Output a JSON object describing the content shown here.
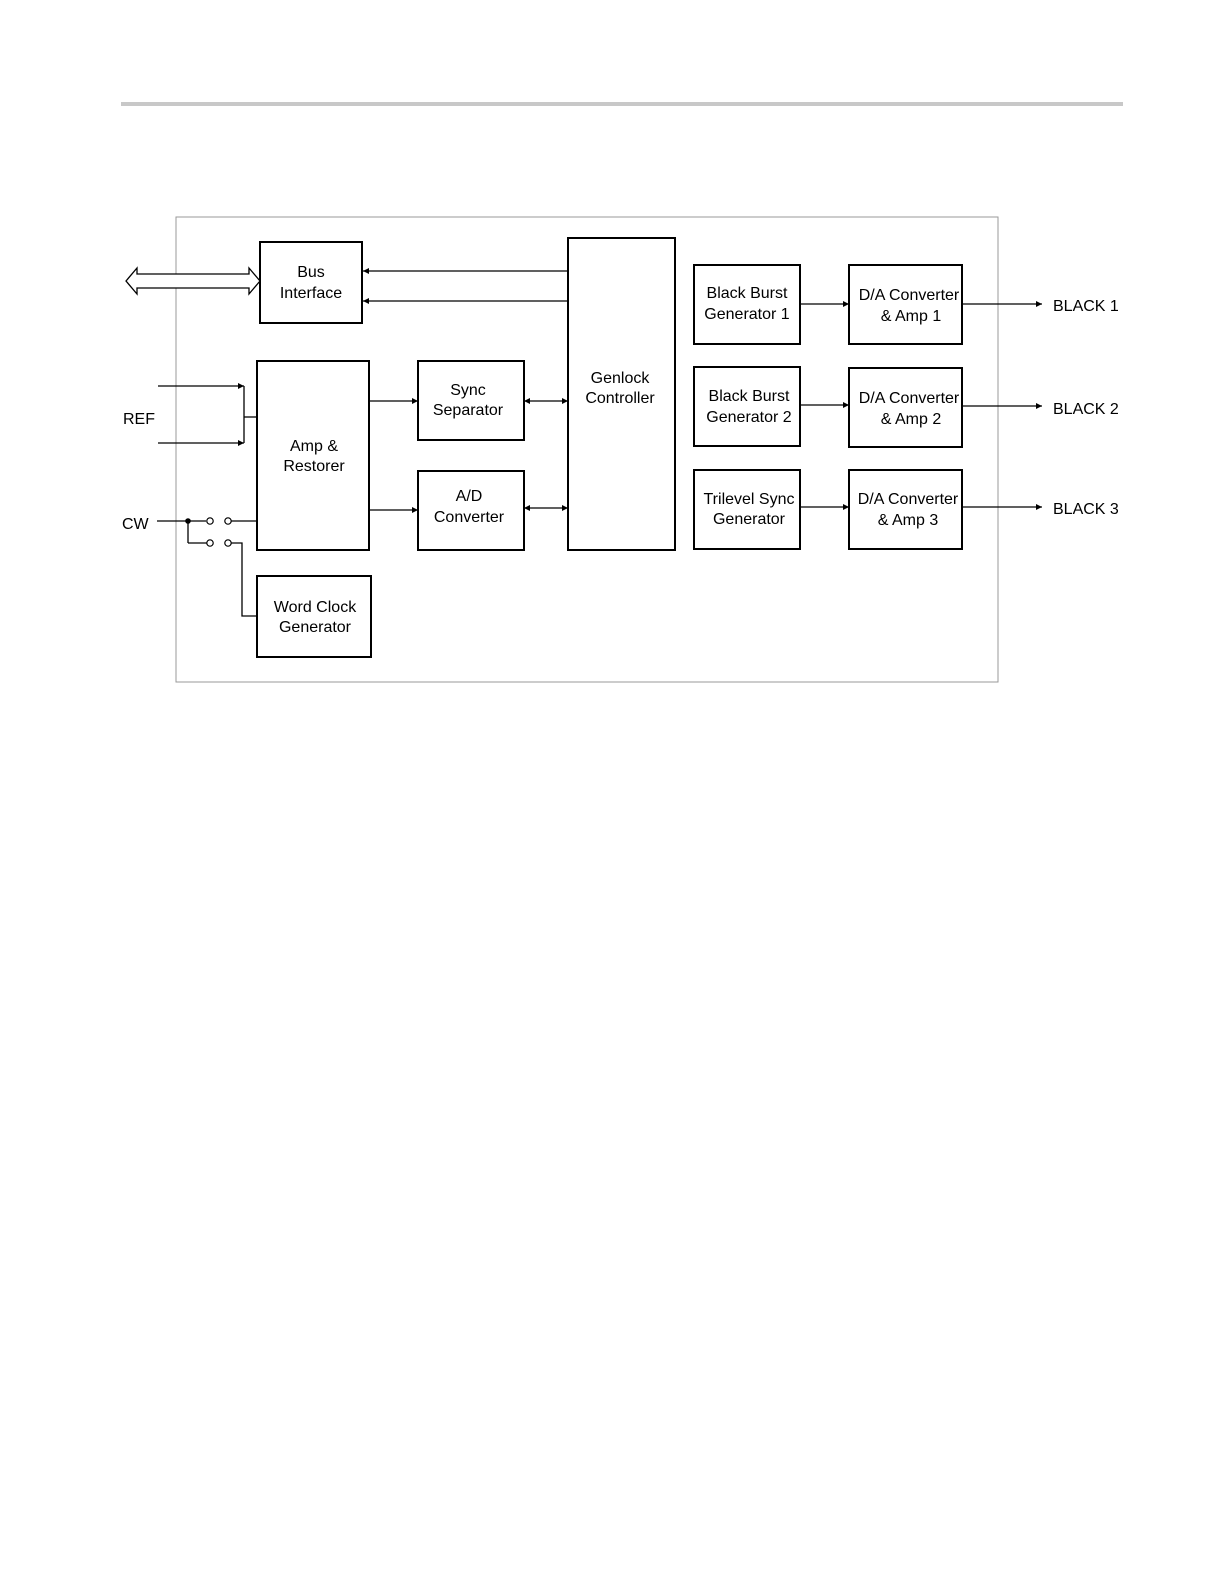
{
  "colors": {
    "header_rule": "#c8c8c8",
    "frame": "#999999",
    "ink": "#000000"
  },
  "blocks": {
    "bus_interface": [
      "Bus",
      "Interface"
    ],
    "amp_restorer": [
      "Amp &",
      "Restorer"
    ],
    "sync_separator": [
      "Sync",
      "Separator"
    ],
    "ad_converter": [
      "A/D",
      "Converter"
    ],
    "genlock_controller": [
      "Genlock",
      "Controller"
    ],
    "word_clock_generator": [
      "Word Clock",
      "Generator"
    ],
    "black_burst_gen_1": [
      "Black Burst",
      "Generator 1"
    ],
    "black_burst_gen_2": [
      "Black Burst",
      "Generator 2"
    ],
    "trilevel_sync_gen": [
      "Trilevel Sync",
      "Generator"
    ],
    "da_amp_1": [
      "D/A Converter",
      "& Amp 1"
    ],
    "da_amp_2": [
      "D/A Converter",
      "& Amp 2"
    ],
    "da_amp_3": [
      "D/A Converter",
      "&  Amp 3"
    ]
  },
  "io_labels": {
    "ref": "REF",
    "cw": "CW",
    "black_1": "BLACK 1",
    "black_2": "BLACK 2",
    "black_3": "BLACK 3"
  }
}
